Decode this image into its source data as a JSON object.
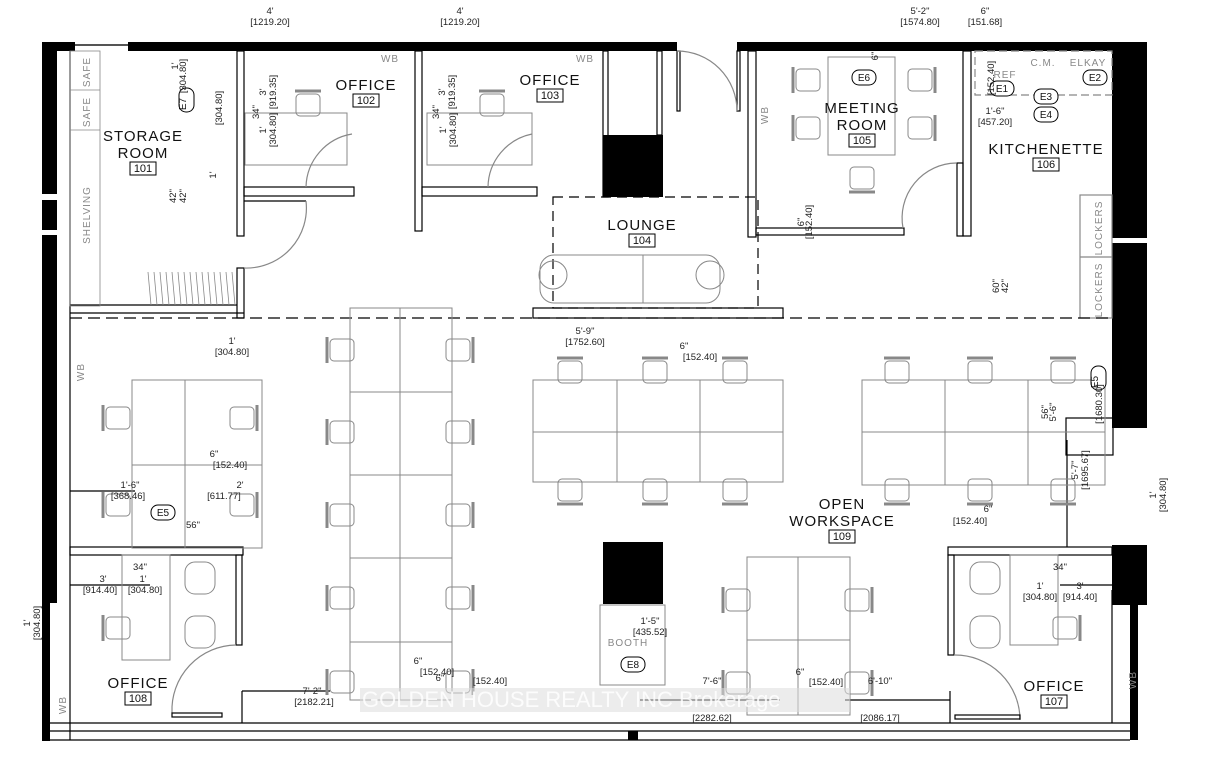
{
  "plan": {
    "rooms": [
      {
        "name": "STORAGE",
        "name2": "ROOM",
        "number": "101"
      },
      {
        "name": "OFFICE",
        "number": "102"
      },
      {
        "name": "OFFICE",
        "number": "103"
      },
      {
        "name": "LOUNGE",
        "number": "104"
      },
      {
        "name": "MEETING",
        "name2": "ROOM",
        "number": "105"
      },
      {
        "name": "KITCHENETTE",
        "number": "106"
      },
      {
        "name": "OFFICE",
        "number": "107"
      },
      {
        "name": "OFFICE",
        "number": "108"
      },
      {
        "name": "OPEN",
        "name2": "WORKSPACE",
        "number": "109"
      }
    ],
    "fixture_labels": {
      "safe": "SAFE",
      "shelving": "SHELVING",
      "lockers": "LOCKERS",
      "wb": "WB",
      "cm": "C.M.",
      "elkay": "ELKAY",
      "ref": "REF",
      "booth": "BOOTH"
    },
    "equipment_tags": [
      "E1",
      "E2",
      "E3",
      "E4",
      "E5",
      "E6",
      "E7",
      "E8"
    ],
    "dimensions": [
      "4'",
      "[1219.20]",
      "4'",
      "[1219.20]",
      "5'-2\"",
      "[1574.80]",
      "6\"",
      "[151.68]",
      "1'-6\"",
      "[457.20]",
      "5'-9\"",
      "[1752.60]",
      "6\"",
      "[152.40]",
      "1'",
      "[304.80]",
      "6\"",
      "[152.40]",
      "1'-6\"",
      "[368.46]",
      "2'",
      "[611.77]",
      "56\"",
      "34\"",
      "3'",
      "[914.40]",
      "1'",
      "[304.80]",
      "1'-5\"",
      "[435.52]",
      "6\"",
      "[152.40]",
      "6\"",
      "[152.40]",
      "7'-2\"",
      "[2182.21]",
      "7'-6\"",
      "[2282.62]",
      "6\"",
      "[152.40]",
      "6'-10\"",
      "[2086.17]",
      "6\"",
      "[152.40]",
      "1'",
      "[304.80]",
      "3'",
      "[914.40]",
      "34\"",
      "1'",
      "[304.80]",
      "3'",
      "[919.35]",
      "34\"",
      "1'",
      "[304.80]",
      "3'",
      "[919.35]",
      "34\"",
      "1'",
      "[304.80]",
      "42\"",
      "42\"",
      "1'",
      "[304.80]",
      "6\"",
      "[152.40]",
      "60\"",
      "42\"",
      "6\"",
      "[152.40]",
      "56\"",
      "5'-6\"",
      "[1680.30]",
      "5'-7\"",
      "[1695.67]",
      "1'",
      "[304.80]",
      "1'",
      "[304.80]"
    ],
    "watermark": "GOLDEN HOUSE REALTY INC Brokerage",
    "colors": {
      "wall": "#000000",
      "line": "#000000",
      "furniture": "#888888"
    }
  }
}
